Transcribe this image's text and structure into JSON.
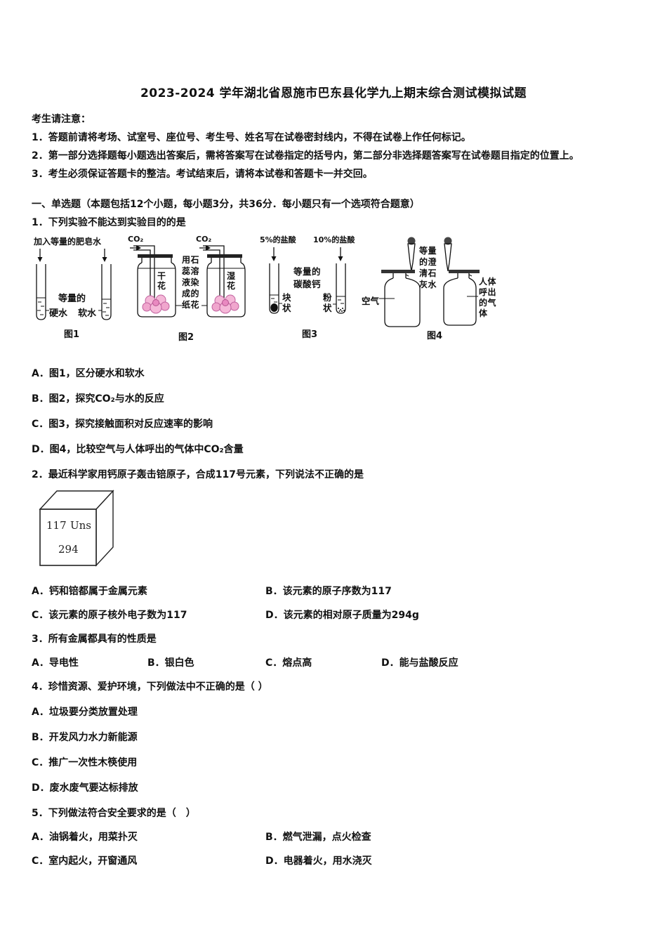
{
  "title": "2023-2024 学年湖北省恩施市巴东县化学九上期末综合测试模拟试题",
  "notice": {
    "heading": "考生请注意：",
    "items": [
      "1．答题前请将考场、试室号、座位号、考生号、姓名写在试卷密封线内，不得在试卷上作任何标记。",
      "2．第一部分选择题每小题选出答案后，需将答案写在试卷指定的括号内，第二部分非选择题答案写在试卷题目指定的位置上。",
      "3．考生必须保证答题卡的整洁。考试结束后，请将本试卷和答题卡一并交回。"
    ]
  },
  "section": {
    "heading": "一、单选题（本题包括12个小题，每小题3分，共36分．每小题只有一个选项符合题意）"
  },
  "q1": {
    "stem": "1．下列实验不能达到实验目的的是",
    "options": [
      "A．图1，区分硬水和软水",
      "B．图2，探究CO₂与水的反应",
      "C．图3，探究接触面积对反应速率的影响",
      "D．图4，比较空气与人体呼出的气体中CO₂含量"
    ]
  },
  "figures": {
    "fig1": {
      "top": "加入等量的肥皂水",
      "mid": "等量的",
      "left": "硬水",
      "right": "软水",
      "caption": "图1"
    },
    "fig2": {
      "gas": "CO₂",
      "left_flower": "干花",
      "right_flower": "湿花",
      "mid": "用石蕊溶液染成的纸花",
      "caption": "图2"
    },
    "fig3": {
      "left_top": "5%的盐酸",
      "right_top": "10%的盐酸",
      "mid": "等量的碳酸钙",
      "left_bottom": "块状",
      "right_bottom": "粉状",
      "caption": "图3"
    },
    "fig4": {
      "mid": "等量的澄清石灰水",
      "left": "空气",
      "right": "人体呼出的气体",
      "caption": "图4"
    }
  },
  "colors": {
    "paper": "#ffffff",
    "ink": "#111111",
    "flower_pink": "#f5b8d8",
    "flower_stroke": "#c0619e"
  },
  "q2": {
    "stem": "2．最近科学家用钙原子轰击锫原子，合成117号元素，下列说法不正确的是",
    "cube": {
      "number": "117",
      "symbol": "Uns",
      "mass": "294"
    },
    "options": [
      "A．钙和锫都属于金属元素",
      "B．该元素的原子序数为117",
      "C．该元素的原子核外电子数为117",
      "D．该元素的相对原子质量为294g"
    ]
  },
  "q3": {
    "stem": "3．所有金属都具有的性质是",
    "options": [
      "A．导电性",
      "B．银白色",
      "C．熔点高",
      "D．能与盐酸反应"
    ]
  },
  "q4": {
    "stem": "4．珍惜资源、爱护环境，下列做法中不正确的是（ ）",
    "options": [
      "A．垃圾要分类放置处理",
      "B．开发风力水力新能源",
      "C．推广一次性木筷使用",
      "D．废水废气要达标排放"
    ]
  },
  "q5": {
    "stem": "5．下列做法符合安全要求的是（　）",
    "options": [
      "A．油锅着火，用菜扑灭",
      "B．燃气泄漏，点火检查",
      "C．室内起火，开窗通风",
      "D．电器着火，用水浇灭"
    ]
  }
}
